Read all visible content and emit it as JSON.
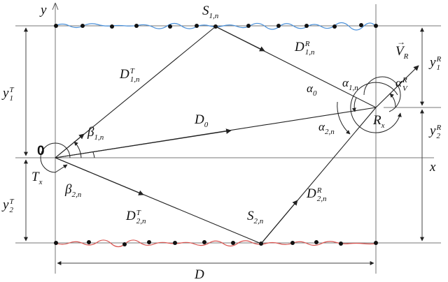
{
  "labels": {
    "axis_y": "y",
    "axis_x": "x",
    "origin": "0",
    "tx": {
      "base": "T",
      "sub": "x"
    },
    "rx": {
      "base": "R",
      "sub": "x"
    },
    "s1n": {
      "base": "S",
      "sub": "1,n"
    },
    "s2n": {
      "base": "S",
      "sub": "2,n"
    },
    "d1t": {
      "base": "D",
      "sup": "T",
      "sub": "1,n"
    },
    "d2t": {
      "base": "D",
      "sup": "T",
      "sub": "2,n"
    },
    "d1r": {
      "base": "D",
      "sup": "R",
      "sub": "1,n"
    },
    "d2r": {
      "base": "D",
      "sup": "R",
      "sub": "2,n"
    },
    "d0": {
      "base": "D",
      "sub": "0"
    },
    "d": "D",
    "beta1": {
      "base": "β",
      "sub": "1,n"
    },
    "beta2": {
      "base": "β",
      "sub": "2,n"
    },
    "alpha0": {
      "base": "α",
      "sub": "0"
    },
    "alpha1": {
      "base": "α",
      "sub": "1,n"
    },
    "alpha2": {
      "base": "α",
      "sub": "2,n"
    },
    "alphav": {
      "base": "α",
      "sup": "R",
      "sub": "V"
    },
    "vr": {
      "base": "V",
      "arrow": "→",
      "sub": "R"
    },
    "y1t": {
      "base": "y",
      "sup": "T",
      "sub": "1"
    },
    "y2t": {
      "base": "y",
      "sup": "T",
      "sub": "2"
    },
    "y1r": {
      "base": "y",
      "sup": "R",
      "sub": "1"
    },
    "y2r": {
      "base": "y",
      "sup": "R",
      "sub": "2"
    }
  },
  "colors": {
    "top_surface": "#4a90d9",
    "bottom_surface": "#d9534f",
    "lines": "#222222",
    "guides": "#555555"
  }
}
